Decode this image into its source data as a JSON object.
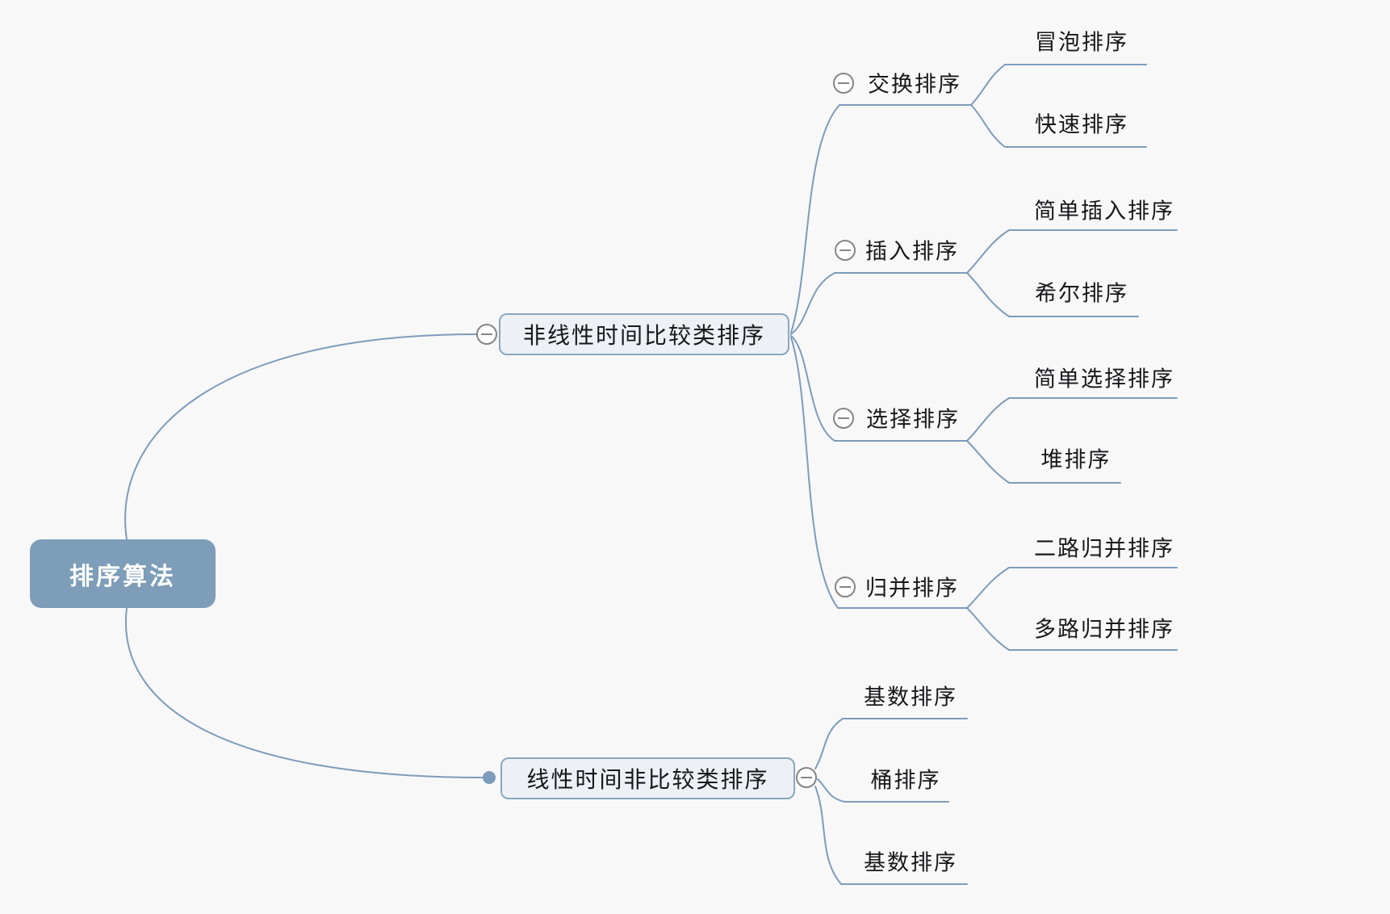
{
  "colors": {
    "background": "#f8f8f9",
    "line": "#7d9cba",
    "root_fill": "#7d9db9",
    "root_text": "#ffffff",
    "branch_box_fill": "#edf1f6",
    "branch_box_border": "#8aa6be",
    "node_text": "#17181a",
    "collapse_icon_gray": "#858585"
  },
  "icons": {
    "collapse": "minus-circle-icon",
    "connector_dot": "filled-dot"
  },
  "mindmap": {
    "root": {
      "label": "排序算法"
    },
    "branches": [
      {
        "label": "非线性时间比较类排序",
        "children": [
          {
            "label": "交换排序",
            "children": [
              {
                "label": "冒泡排序"
              },
              {
                "label": "快速排序"
              }
            ]
          },
          {
            "label": "插入排序",
            "children": [
              {
                "label": "简单插入排序"
              },
              {
                "label": "希尔排序"
              }
            ]
          },
          {
            "label": "选择排序",
            "children": [
              {
                "label": "简单选择排序"
              },
              {
                "label": "堆排序"
              }
            ]
          },
          {
            "label": "归并排序",
            "children": [
              {
                "label": "二路归并排序"
              },
              {
                "label": "多路归并排序"
              }
            ]
          }
        ]
      },
      {
        "label": "线性时间非比较类排序",
        "children": [
          {
            "label": "基数排序"
          },
          {
            "label": "桶排序"
          },
          {
            "label": "基数排序"
          }
        ]
      }
    ]
  }
}
